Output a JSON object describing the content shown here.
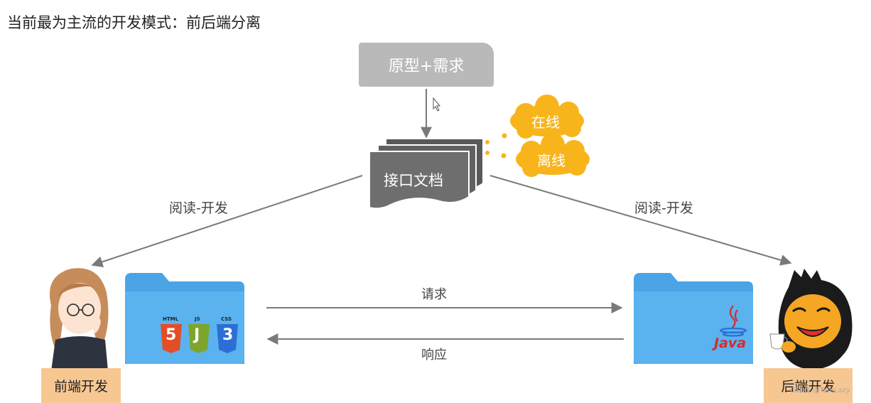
{
  "title": "当前最为主流的开发模式：前后端分离",
  "top_box": {
    "label": "原型+需求"
  },
  "doc_box": {
    "label": "接口文档"
  },
  "clouds": [
    {
      "label": "在线"
    },
    {
      "label": "离线"
    }
  ],
  "arrows": {
    "left_label": "阅读-开发",
    "right_label": "阅读-开发",
    "request_label": "请求",
    "response_label": "响应"
  },
  "frontend": {
    "tag": "前端开发",
    "folder_icons": [
      {
        "icon": "html5-icon",
        "caption": "HTML",
        "glyph": "5",
        "color": "#e44d26"
      },
      {
        "icon": "js-icon",
        "caption": "JS",
        "glyph": "J",
        "color": "#7da52b"
      },
      {
        "icon": "css3-icon",
        "caption": "CSS",
        "glyph": "3",
        "color": "#2b6fd6"
      }
    ]
  },
  "backend": {
    "tag": "后端开发",
    "java_label": "Java"
  },
  "watermark": "CSDN @TomLazy",
  "colors": {
    "folder": "#5ab2ef",
    "folder_tab": "#4aa4e6",
    "doc_front": "#6e6e6e",
    "doc_back": "#595959",
    "cloud": "#f7b51b",
    "tag": "#f7c792",
    "arrow": "#7a7a7a"
  }
}
